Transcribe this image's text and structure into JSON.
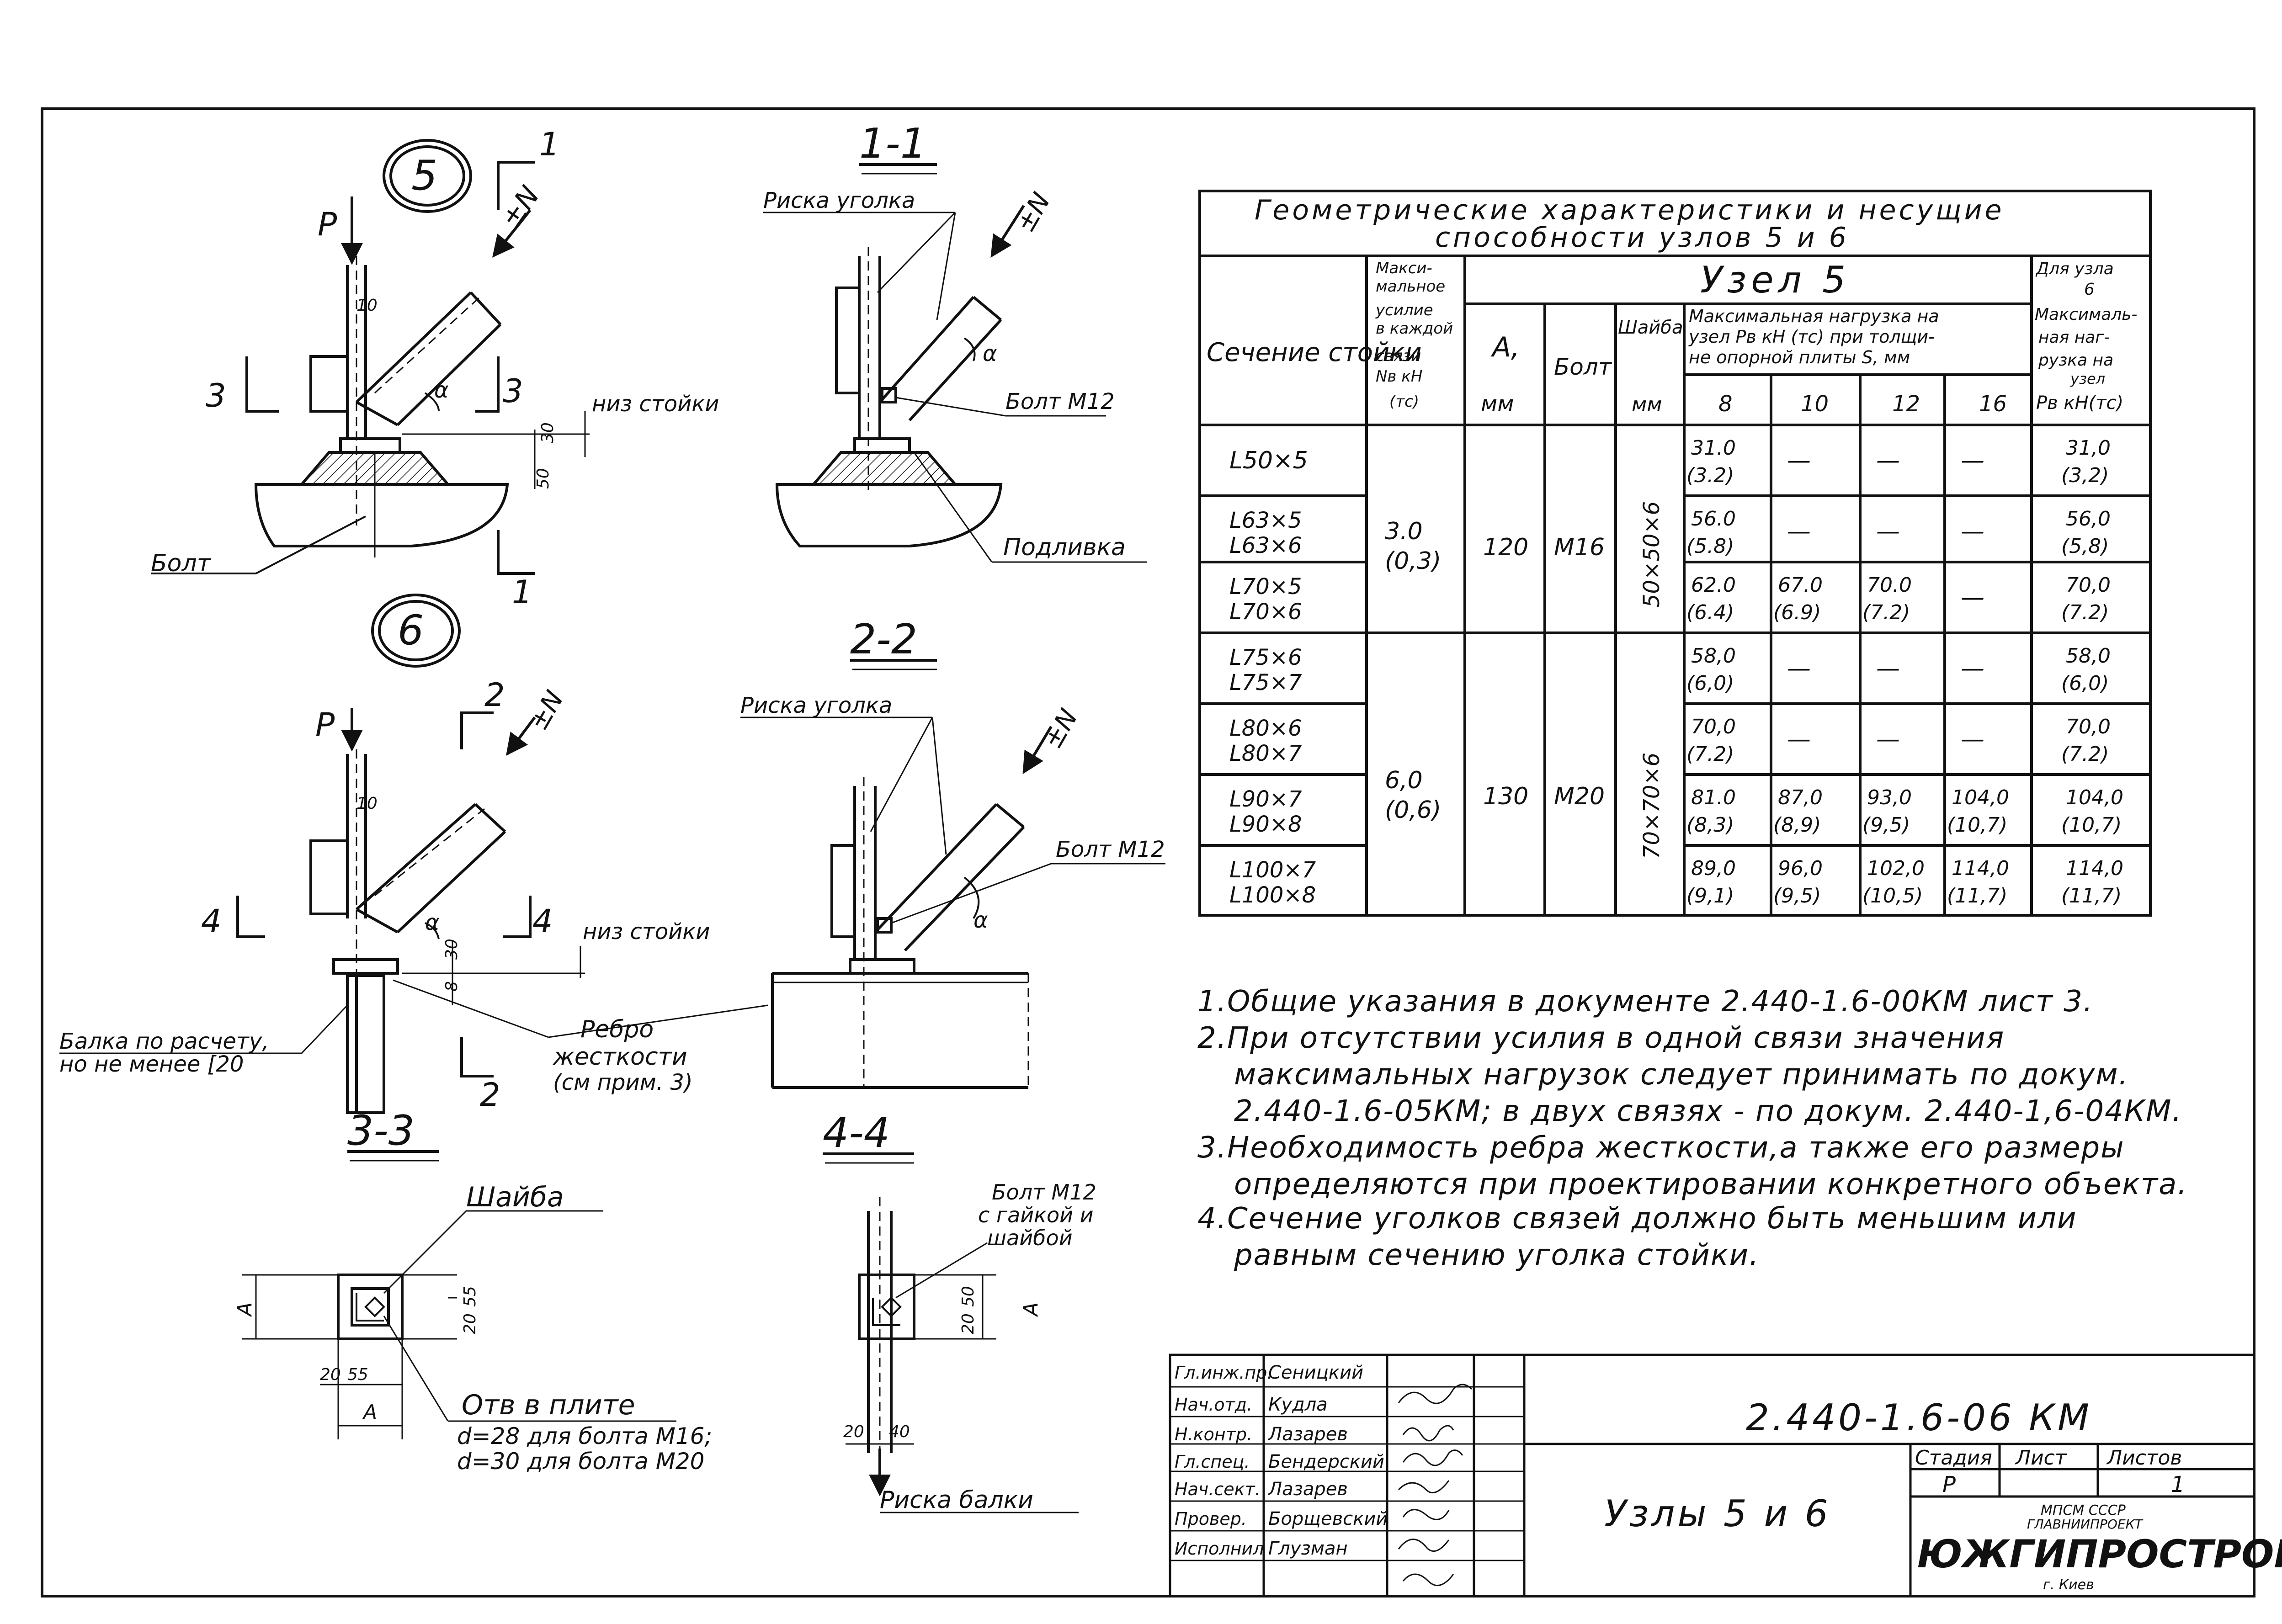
{
  "doc_code": "2.440-1.6-06 КМ",
  "title": "Узлы 5 и 6",
  "org": {
    "ministry": "МПСМ СССР",
    "main": "ГЛАВНИИПРОЕКТ",
    "name": "ЮЖГИПРОСТРОМ",
    "city": "г. Киев"
  },
  "stage_header": {
    "stage": "Стадия",
    "sheet": "Лист",
    "sheets": "Листов"
  },
  "stage_values": {
    "stage": "Р",
    "sheet": "",
    "sheets": "1"
  },
  "staff": [
    {
      "role": "Гл.инж.пр.",
      "name": "Сеницкий"
    },
    {
      "role": "Нач.отд.",
      "name": "Кудла"
    },
    {
      "role": "Н.контр.",
      "name": "Лазарев"
    },
    {
      "role": "Гл.спец.",
      "name": "Бендерский"
    },
    {
      "role": "Нач.сект.",
      "name": "Лазарев"
    },
    {
      "role": "Провер.",
      "name": "Борщевский"
    },
    {
      "role": "Исполнил",
      "name": "Глузман"
    }
  ],
  "table": {
    "title_line1": "Геометрические характеристики и несущие",
    "title_line2": "способности узлов 5 и 6",
    "col_section": "Сечение стойки",
    "col_force": [
      "Макси-",
      "мальное",
      "усилие",
      "в каждой",
      "связи",
      "Nв кН",
      "(тс)"
    ],
    "col_a": "А,",
    "col_a_unit": "мм",
    "uzel5": "Узел 5",
    "col_bolt": "Болт",
    "col_washer": "Шайба",
    "col_washer_unit": "мм",
    "col_maxload": [
      "Максимальная нагрузка на",
      "узел Pв кН (тс) при толщи-",
      "не опорной плиты S, мм"
    ],
    "thicknesses": [
      "8",
      "10",
      "12",
      "16"
    ],
    "uzel6_head": [
      "Для узла",
      "6"
    ],
    "uzel6_sub": [
      "Максималь-",
      "ная наг-",
      "рузка на",
      "узел",
      "Pв кН(тс)"
    ],
    "groups": [
      {
        "force": "3.0",
        "force_tc": "(0,3)",
        "a": "120",
        "bolt": "М16",
        "washer": "50×50×6"
      },
      {
        "force": "6,0",
        "force_tc": "(0,6)",
        "a": "130",
        "bolt": "М20",
        "washer": "70×70×6"
      }
    ],
    "rows": [
      {
        "section": [
          "L50×5"
        ],
        "p8": "31.0",
        "p8t": "(3.2)",
        "p10": "—",
        "p10t": "",
        "p12": "—",
        "p12t": "",
        "p16": "—",
        "p16t": "",
        "u6": "31,0",
        "u6t": "(3,2)"
      },
      {
        "section": [
          "L63×5",
          "L63×6"
        ],
        "p8": "56.0",
        "p8t": "(5.8)",
        "p10": "—",
        "p10t": "",
        "p12": "—",
        "p12t": "",
        "p16": "—",
        "p16t": "",
        "u6": "56,0",
        "u6t": "(5,8)"
      },
      {
        "section": [
          "L70×5",
          "L70×6"
        ],
        "p8": "62.0",
        "p8t": "(6.4)",
        "p10": "67.0",
        "p10t": "(6.9)",
        "p12": "70.0",
        "p12t": "(7.2)",
        "p16": "—",
        "p16t": "",
        "u6": "70,0",
        "u6t": "(7.2)"
      },
      {
        "section": [
          "L75×6",
          "L75×7"
        ],
        "p8": "58,0",
        "p8t": "(6,0)",
        "p10": "—",
        "p10t": "",
        "p12": "—",
        "p12t": "",
        "p16": "—",
        "p16t": "",
        "u6": "58,0",
        "u6t": "(6,0)"
      },
      {
        "section": [
          "L80×6",
          "L80×7"
        ],
        "p8": "70,0",
        "p8t": "(7.2)",
        "p10": "—",
        "p10t": "",
        "p12": "—",
        "p12t": "",
        "p16": "—",
        "p16t": "",
        "u6": "70,0",
        "u6t": "(7.2)"
      },
      {
        "section": [
          "L90×7",
          "L90×8"
        ],
        "p8": "81.0",
        "p8t": "(8,3)",
        "p10": "87,0",
        "p10t": "(8,9)",
        "p12": "93,0",
        "p12t": "(9,5)",
        "p16": "104,0",
        "p16t": "(10,7)",
        "u6": "104,0",
        "u6t": "(10,7)"
      },
      {
        "section": [
          "L100×7",
          "L100×8"
        ],
        "p8": "89,0",
        "p8t": "(9,1)",
        "p10": "96,0",
        "p10t": "(9,5)",
        "p12": "102,0",
        "p12t": "(10,5)",
        "p16": "114,0",
        "p16t": "(11,7)",
        "u6": "114,0",
        "u6t": "(11,7)"
      }
    ]
  },
  "notes": [
    "1.Общие указания в документе 2.440-1.6-00КМ лист 3.",
    "2.При отсутствии усилия в одной связи значения",
    "максимальных нагрузок следует принимать по докум.",
    "2.440-1.6-05КМ; в двух связях - по докум. 2.440-1,6-04КМ.",
    "3.Необходимость ребра жесткости,а также его размеры",
    "определяются при проектировании конкретного объекта.",
    "4.Сечение уголков связей должно быть меньшим или",
    "равным сечению уголка стойки."
  ],
  "drawing_labels": {
    "node5": "5",
    "node6": "6",
    "sec11": "1-1",
    "sec22": "2-2",
    "sec33": "3-3",
    "sec44": "4-4",
    "P": "P",
    "N": "±N",
    "cut1": "1",
    "cut2": "2",
    "cut3": "3",
    "cut4": "4",
    "dim10": "10",
    "dim30": "30",
    "dim50": "50",
    "dim8": "8",
    "alpha": "α",
    "niz_stoiki": "низ стойки",
    "bolt": "Болт",
    "riska_ugolka": "Риска уголка",
    "bolt_m12": "Болт М12",
    "podlivka": "Подливка",
    "balka1": "Балка по расчету,",
    "balka2": "но не менее [20",
    "rebro1": "Ребро",
    "rebro2": "жесткости",
    "rebro3": "(см прим. 3)",
    "shaiba": "Шайба",
    "otv1": "Отв в плите",
    "otv2": "d=28 для болта М16;",
    "otv3": "d=30 для болта М20",
    "bolt_m12_nut1": "Болт М12",
    "bolt_m12_nut2": "с гайкой и",
    "bolt_m12_nut3": "шайбой",
    "riska_balki": "Риска балки",
    "dimA": "A",
    "dim20": "20",
    "dim55": "55",
    "dim40": "40"
  }
}
